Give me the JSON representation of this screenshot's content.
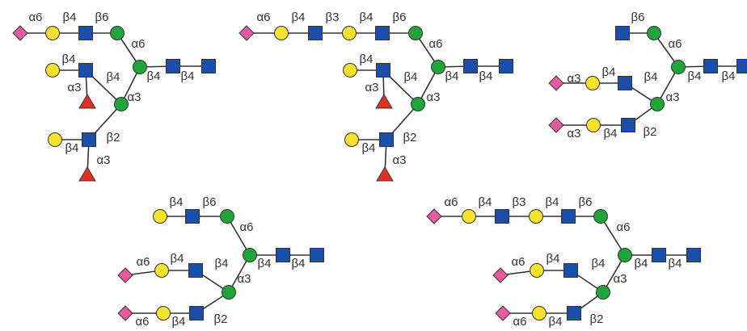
{
  "colors": {
    "sialic_acid": "#e85aa0",
    "galactose": "#f6e12c",
    "glcnac": "#1a4ea8",
    "mannose": "#1fa53a",
    "fucose": "#e03224",
    "line": "#333333"
  },
  "legend_shapes": {
    "S": "diamond",
    "G": "circle",
    "N": "square",
    "M": "circle",
    "F": "triangle"
  },
  "glycans": [
    {
      "name": "glycan-1",
      "nodes": {
        "r1": "N",
        "r2": "N",
        "bm": "M",
        "a6": "M",
        "a3": "M",
        "b6n": "N",
        "b6g": "G",
        "b6s": "S",
        "b4n": "N",
        "b4g": "G",
        "b4f": "F",
        "b2n": "N",
        "b2g": "G",
        "b2f": "F"
      },
      "links": [
        {
          "from": "r2",
          "to": "r1",
          "label": "β4"
        },
        {
          "from": "bm",
          "to": "r2",
          "label": "β4"
        },
        {
          "from": "a6",
          "to": "bm",
          "label": "α6"
        },
        {
          "from": "a3",
          "to": "bm",
          "label": "α3"
        },
        {
          "from": "b6n",
          "to": "a6",
          "label": "β6"
        },
        {
          "from": "b6g",
          "to": "b6n",
          "label": "β4"
        },
        {
          "from": "b6s",
          "to": "b6g",
          "label": "α6"
        },
        {
          "from": "b4n",
          "to": "a3",
          "label": "β4"
        },
        {
          "from": "b4g",
          "to": "b4n",
          "label": "β4"
        },
        {
          "from": "b4f",
          "to": "b4n",
          "label": "α3"
        },
        {
          "from": "b2n",
          "to": "a3",
          "label": "β2"
        },
        {
          "from": "b2g",
          "to": "b2n",
          "label": "β4"
        },
        {
          "from": "b2f",
          "to": "b2n",
          "label": "α3"
        }
      ]
    },
    {
      "name": "glycan-2",
      "nodes": {
        "r1": "N",
        "r2": "N",
        "bm": "M",
        "a6": "M",
        "a3": "M",
        "b6n": "N",
        "b6g": "G",
        "b6n2": "N",
        "b6g2": "G",
        "b6s": "S",
        "b4n": "N",
        "b4g": "G",
        "b4f": "F",
        "b2n": "N",
        "b2g": "G",
        "b2f": "F"
      },
      "links": [
        {
          "from": "r2",
          "to": "r1",
          "label": "β4"
        },
        {
          "from": "bm",
          "to": "r2",
          "label": "β4"
        },
        {
          "from": "a6",
          "to": "bm",
          "label": "α6"
        },
        {
          "from": "a3",
          "to": "bm",
          "label": "α3"
        },
        {
          "from": "b6n",
          "to": "a6",
          "label": "β6"
        },
        {
          "from": "b6g",
          "to": "b6n",
          "label": "β4"
        },
        {
          "from": "b6n2",
          "to": "b6g",
          "label": "β3"
        },
        {
          "from": "b6g2",
          "to": "b6n2",
          "label": "β4"
        },
        {
          "from": "b6s",
          "to": "b6g2",
          "label": "α6"
        },
        {
          "from": "b4n",
          "to": "a3",
          "label": "β4"
        },
        {
          "from": "b4g",
          "to": "b4n",
          "label": "β4"
        },
        {
          "from": "b4f",
          "to": "b4n",
          "label": "α3"
        },
        {
          "from": "b2n",
          "to": "a3",
          "label": "β2"
        },
        {
          "from": "b2g",
          "to": "b2n",
          "label": "β4"
        },
        {
          "from": "b2f",
          "to": "b2n",
          "label": "α3"
        }
      ]
    },
    {
      "name": "glycan-3",
      "nodes": {
        "r1": "N",
        "r2": "N",
        "bm": "M",
        "a6": "M",
        "a3": "M",
        "b6n": "N",
        "b4n": "N",
        "b4g": "G",
        "b4s": "S",
        "b2n": "N",
        "b2g": "G",
        "b2s": "S"
      },
      "links": [
        {
          "from": "r2",
          "to": "r1",
          "label": "β4"
        },
        {
          "from": "bm",
          "to": "r2",
          "label": "β4"
        },
        {
          "from": "a6",
          "to": "bm",
          "label": "α6"
        },
        {
          "from": "a3",
          "to": "bm",
          "label": "α3"
        },
        {
          "from": "b6n",
          "to": "a6",
          "label": "β6"
        },
        {
          "from": "b4n",
          "to": "a3",
          "label": "β4"
        },
        {
          "from": "b4g",
          "to": "b4n",
          "label": "β4"
        },
        {
          "from": "b4s",
          "to": "b4g",
          "label": "α3"
        },
        {
          "from": "b2n",
          "to": "a3",
          "label": "β2"
        },
        {
          "from": "b2g",
          "to": "b2n",
          "label": "β4"
        },
        {
          "from": "b2s",
          "to": "b2g",
          "label": "α3"
        }
      ]
    },
    {
      "name": "glycan-4",
      "nodes": {
        "r1": "N",
        "r2": "N",
        "bm": "M",
        "a6": "M",
        "a3": "M",
        "b6n": "N",
        "b6g": "G",
        "b4n": "N",
        "b4g": "G",
        "b4s": "S",
        "b2n": "N",
        "b2g": "G",
        "b2s": "S"
      },
      "links": [
        {
          "from": "r2",
          "to": "r1",
          "label": "β4"
        },
        {
          "from": "bm",
          "to": "r2",
          "label": "β4"
        },
        {
          "from": "a6",
          "to": "bm",
          "label": "α6"
        },
        {
          "from": "a3",
          "to": "bm",
          "label": "α3"
        },
        {
          "from": "b6n",
          "to": "a6",
          "label": "β6"
        },
        {
          "from": "b6g",
          "to": "b6n",
          "label": "β4"
        },
        {
          "from": "b4n",
          "to": "a3",
          "label": "β4"
        },
        {
          "from": "b4g",
          "to": "b4n",
          "label": "β4"
        },
        {
          "from": "b4s",
          "to": "b4g",
          "label": "α6"
        },
        {
          "from": "b2n",
          "to": "a3",
          "label": "β2"
        },
        {
          "from": "b2g",
          "to": "b2n",
          "label": "β4"
        },
        {
          "from": "b2s",
          "to": "b2g",
          "label": "α6"
        }
      ]
    },
    {
      "name": "glycan-5",
      "nodes": {
        "r1": "N",
        "r2": "N",
        "bm": "M",
        "a6": "M",
        "a3": "M",
        "b6n": "N",
        "b6g": "G",
        "b6n2": "N",
        "b6g2": "G",
        "b6s": "S",
        "b4n": "N",
        "b4g": "G",
        "b4s": "S",
        "b2n": "N",
        "b2g": "G",
        "b2s": "S"
      },
      "links": [
        {
          "from": "r2",
          "to": "r1",
          "label": "β4"
        },
        {
          "from": "bm",
          "to": "r2",
          "label": "β4"
        },
        {
          "from": "a6",
          "to": "bm",
          "label": "α6"
        },
        {
          "from": "a3",
          "to": "bm",
          "label": "α3"
        },
        {
          "from": "b6n",
          "to": "a6",
          "label": "β6"
        },
        {
          "from": "b6g",
          "to": "b6n",
          "label": "β4"
        },
        {
          "from": "b6n2",
          "to": "b6g",
          "label": "β3"
        },
        {
          "from": "b6g2",
          "to": "b6n2",
          "label": "β4"
        },
        {
          "from": "b6s",
          "to": "b6g2",
          "label": "α6"
        },
        {
          "from": "b4n",
          "to": "a3",
          "label": "β4"
        },
        {
          "from": "b4g",
          "to": "b4n",
          "label": "β4"
        },
        {
          "from": "b4s",
          "to": "b4g",
          "label": "α6"
        },
        {
          "from": "b2n",
          "to": "a3",
          "label": "β2"
        },
        {
          "from": "b2g",
          "to": "b2n",
          "label": "β4"
        },
        {
          "from": "b2s",
          "to": "b2g",
          "label": "α6"
        }
      ]
    }
  ]
}
